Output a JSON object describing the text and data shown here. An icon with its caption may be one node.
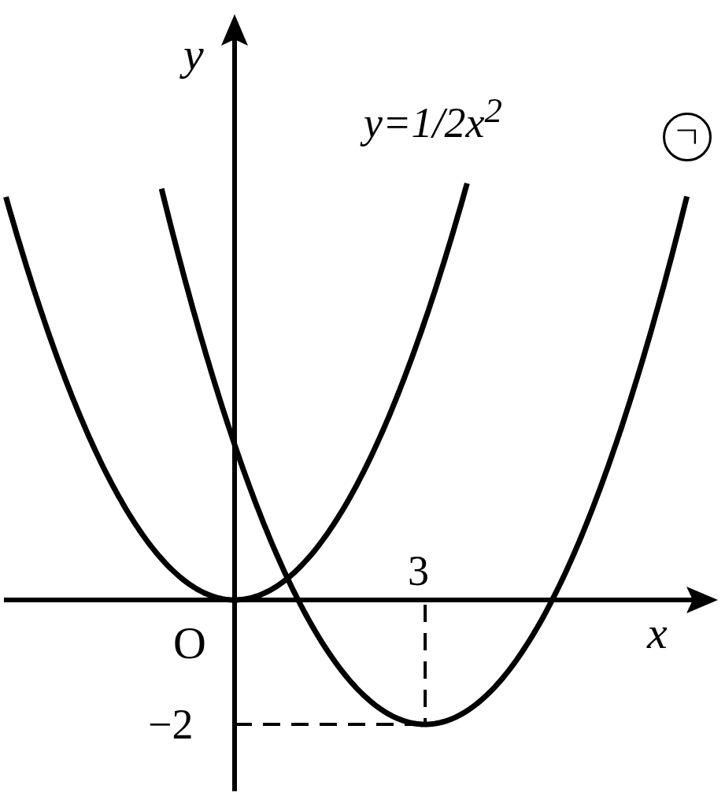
{
  "diagram": {
    "nodes": [
      {
        "text": [
          "ㄱ"
        ]
      }
    ],
    "labels": [
      "y",
      "y=1/2x$^{2}$",
      "x",
      "O",
      "3",
      "−2"
    ]
  }
}
